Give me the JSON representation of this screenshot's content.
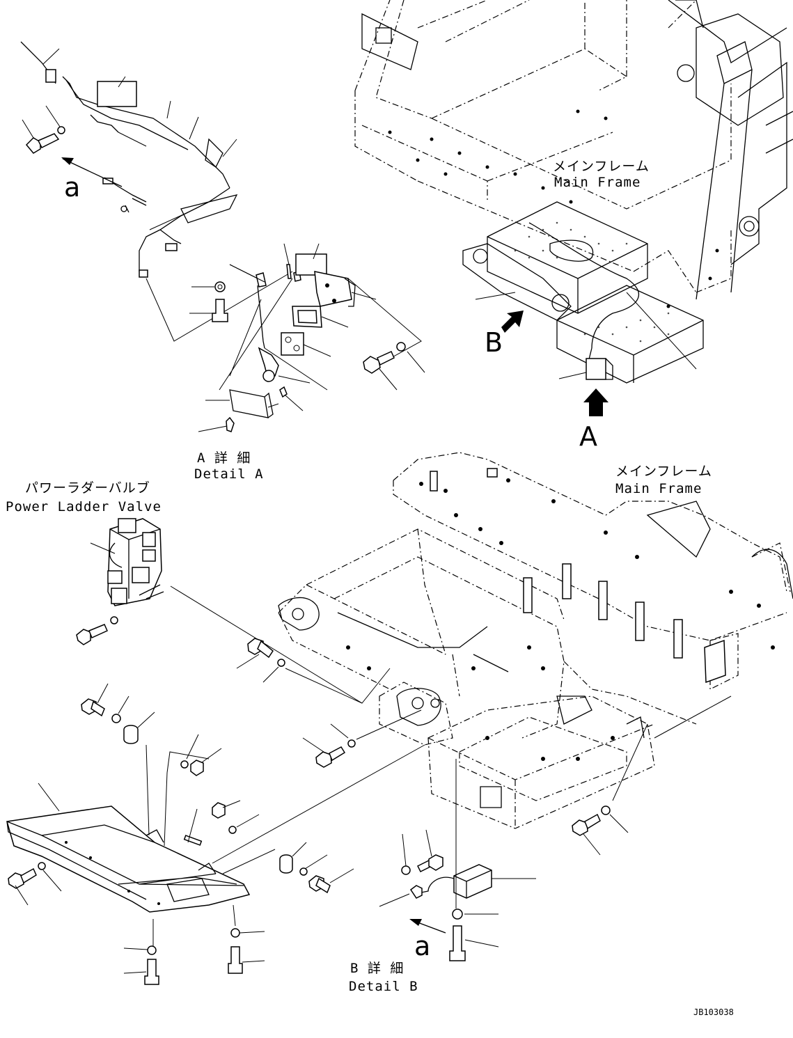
{
  "labels": {
    "main_frame_top_jp": "メインフレーム",
    "main_frame_top_en": "Main Frame",
    "main_frame_mid_jp": "メインフレーム",
    "main_frame_mid_en": "Main Frame",
    "power_ladder_valve_jp": "パワーラダーバルブ",
    "power_ladder_valve_en": "Power Ladder Valve",
    "detail_a_jp": "A 詳 細",
    "detail_a_en": "Detail A",
    "detail_b_jp": "B 詳 細",
    "detail_b_en": "Detail B",
    "view_a": "A",
    "view_b": "B",
    "arrow_a_top": "a",
    "arrow_a_bottom": "a",
    "drawing_number": "JB103038"
  }
}
